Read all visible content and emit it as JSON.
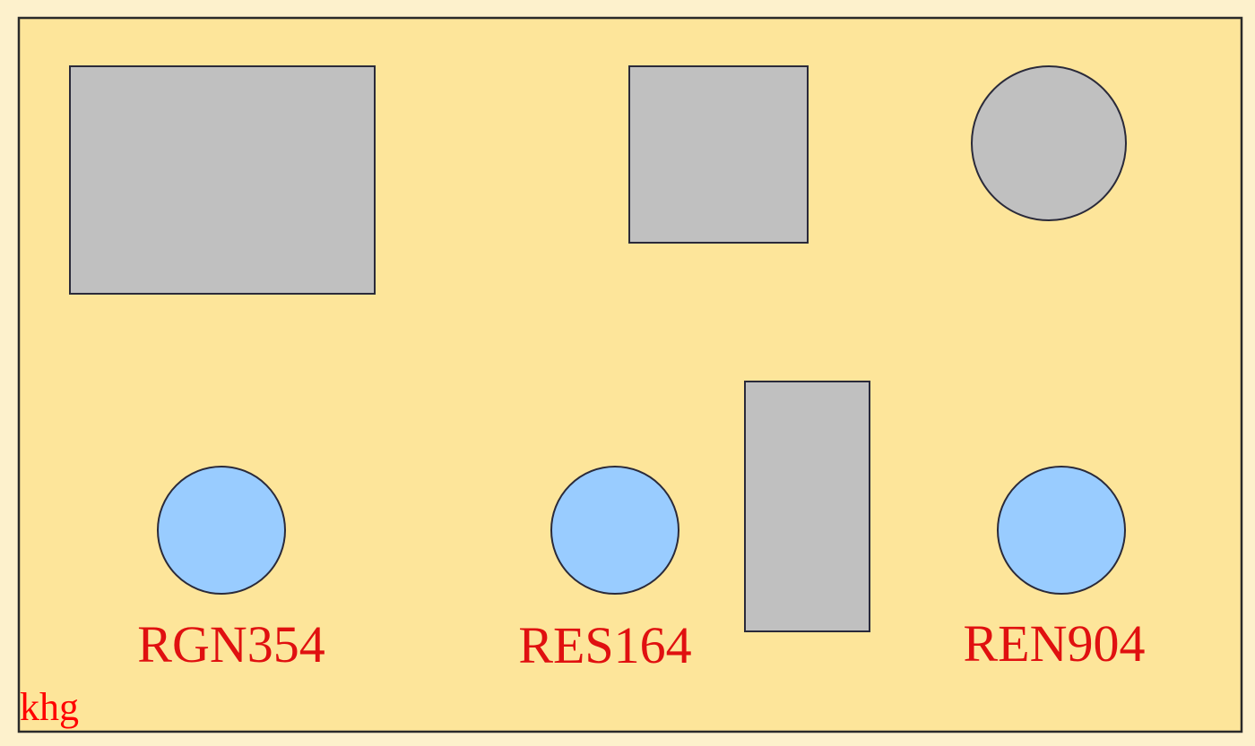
{
  "colors": {
    "background": "#fdf1cc",
    "panel": "#fde59a",
    "gray_shape": "#c0c0c0",
    "blue_circle": "#99ccff",
    "label": "#e01010",
    "stroke": "#2a2a3a"
  },
  "labels": {
    "left": "RGN354",
    "middle": "RES164",
    "right": "REN904",
    "corner": "khg"
  }
}
